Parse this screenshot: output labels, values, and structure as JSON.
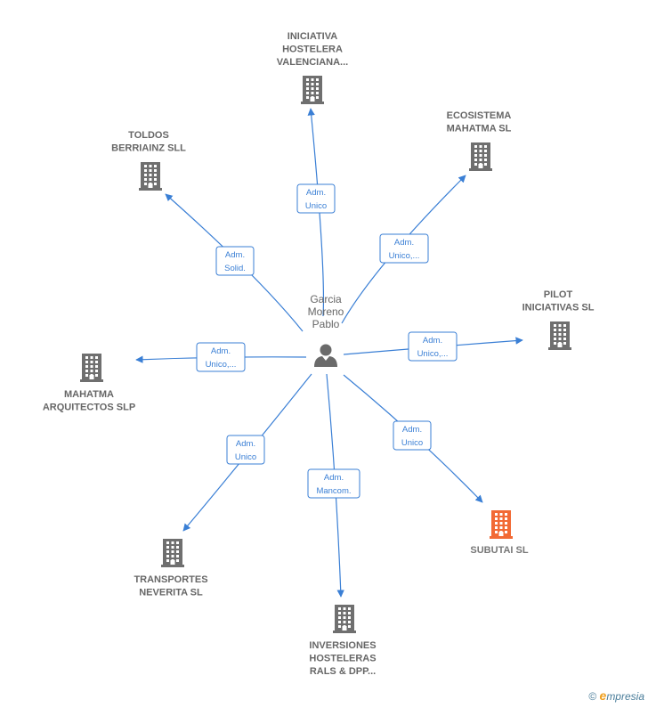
{
  "center": {
    "name_lines": [
      "Garcia",
      "Moreno",
      "Pablo"
    ],
    "icon": "person-icon"
  },
  "nodes": [
    {
      "id": "iniciativa",
      "lines": [
        "INICIATIVA",
        "HOSTELERA",
        "VALENCIANA..."
      ],
      "icon": "building-icon",
      "highlight": false,
      "role_lines": [
        "Adm.",
        "Unico"
      ]
    },
    {
      "id": "ecosistema",
      "lines": [
        "ECOSISTEMA",
        "MAHATMA  SL"
      ],
      "icon": "building-icon",
      "highlight": false,
      "role_lines": [
        "Adm.",
        "Unico,..."
      ]
    },
    {
      "id": "toldos",
      "lines": [
        "TOLDOS",
        "BERRIAINZ SLL"
      ],
      "icon": "building-icon",
      "highlight": false,
      "role_lines": [
        "Adm.",
        "Solid."
      ]
    },
    {
      "id": "pilot",
      "lines": [
        "PILOT",
        "INICIATIVAS SL"
      ],
      "icon": "building-icon",
      "highlight": false,
      "role_lines": [
        "Adm.",
        "Unico,..."
      ]
    },
    {
      "id": "mahatma-arq",
      "lines": [
        "MAHATMA",
        "ARQUITECTOS SLP"
      ],
      "icon": "building-icon",
      "highlight": false,
      "role_lines": [
        "Adm.",
        "Unico,..."
      ]
    },
    {
      "id": "subutai",
      "lines": [
        "SUBUTAI  SL"
      ],
      "icon": "building-icon",
      "highlight": true,
      "role_lines": [
        "Adm.",
        "Unico"
      ]
    },
    {
      "id": "transportes",
      "lines": [
        "TRANSPORTES",
        "NEVERITA SL"
      ],
      "icon": "building-icon",
      "highlight": false,
      "role_lines": [
        "Adm.",
        "Unico"
      ]
    },
    {
      "id": "inversiones",
      "lines": [
        "INVERSIONES",
        "HOSTELERAS",
        "RALS & DPP..."
      ],
      "icon": "building-icon",
      "highlight": false,
      "role_lines": [
        "Adm.",
        "Mancom."
      ]
    }
  ],
  "colors": {
    "edge": "#3a7fd5",
    "building": "#6f6f6f",
    "building_highlight": "#f26a35",
    "person": "#6a6a6a"
  },
  "watermark": {
    "copyright": "©",
    "brand_first": "e",
    "brand_rest": "mpresia"
  }
}
